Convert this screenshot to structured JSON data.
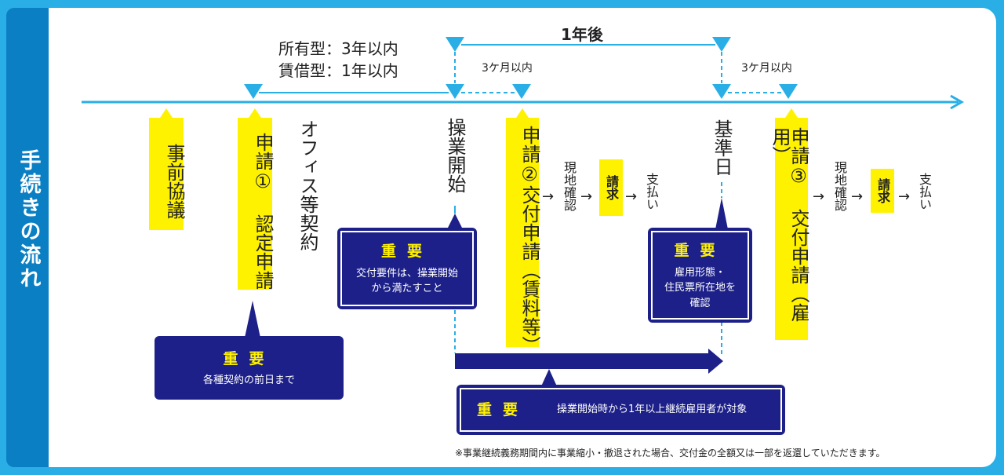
{
  "side_title": "手続きの流れ",
  "top": {
    "period_owned": "所有型：3年以内",
    "period_lease": "賃借型：1年以内",
    "one_year_after": "1年後",
    "within_3m_a": "3ケ月以内",
    "within_3m_b": "3ケ月以内"
  },
  "steps": {
    "pre_consult": "事前協議",
    "app1": "申請① 認定申請",
    "office_contract": "オフィス等契約",
    "op_start": "操業開始",
    "app2": "申請②交付申請（賃料等）",
    "site_check_1": "現地確認",
    "claim_1": "請求",
    "payment_1": "支払い",
    "base_date": "基準日",
    "app3": "申請③ 交付申請（雇用）",
    "site_check_2": "現地確認",
    "claim_2": "請求",
    "payment_2": "支払い",
    "arrow": "→"
  },
  "notes": {
    "important": "重要",
    "note1": "各種契約の前日まで",
    "note2_l1": "交付要件は、操業開始",
    "note2_l2": "から満たすこと",
    "note3_l1": "雇用形態・",
    "note3_l2": "住民票所在地を",
    "note3_l3": "確認",
    "note4": "操業開始時から1年以上継続雇用者が対象"
  },
  "footnote": "※事業継続義務期間内に事業縮小・撤退された場合、交付金の全額又は一部を返還していただきます。",
  "colors": {
    "cyan": "#29aee6",
    "navy": "#1d2088",
    "yellow": "#fff200",
    "band": "#0b7fc3"
  }
}
